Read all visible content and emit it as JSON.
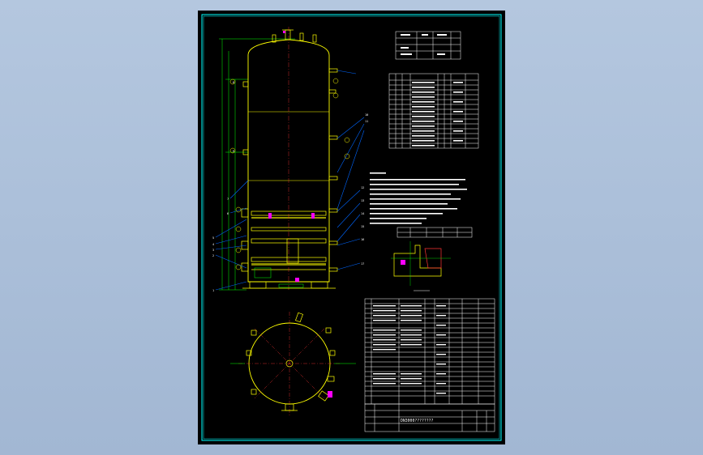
{
  "leaders": [
    "1",
    "2",
    "3",
    "4",
    "5",
    "6",
    "7",
    "8",
    "9",
    "10",
    "11",
    "12",
    "13",
    "14",
    "15",
    "16",
    "17"
  ],
  "title_block": {
    "drawing_title": "DN3000????????"
  },
  "colors": {
    "background": "#a9bdd8",
    "sheet": "#000000",
    "frame": "#00ffff",
    "vessel": "#ffff00",
    "table_lines": "#ffffff",
    "leaders": "#0066ff",
    "dims": "#00ff00",
    "accent": "#ff00ff",
    "centerline": "#ff3333"
  }
}
